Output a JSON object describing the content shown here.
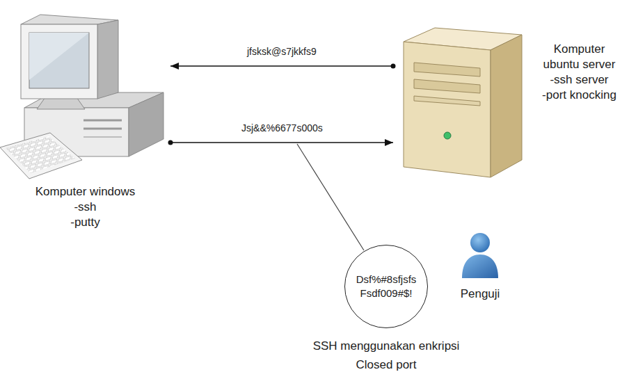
{
  "diagram": {
    "nodes": [
      {
        "text": [
          "Komputer windows",
          "-ssh",
          "-putty"
        ]
      },
      {
        "text": [
          "Komputer ubuntu server",
          "-ssh server",
          "-port knocking"
        ]
      },
      {
        "text": [
          "Dsf%#8sfjsfs",
          "Fsdf009#$!"
        ]
      }
    ],
    "edges": [
      {
        "from": 1,
        "to": 0,
        "arrow": "to",
        "label": "jfsksk@s7jkkfs9"
      },
      {
        "from": 0,
        "to": 1,
        "arrow": "to",
        "label": "Jsj&&%6677s000s"
      }
    ],
    "labels": [
      "Penguji",
      "SSH menggunakan enkripsi",
      "Closed port"
    ]
  }
}
